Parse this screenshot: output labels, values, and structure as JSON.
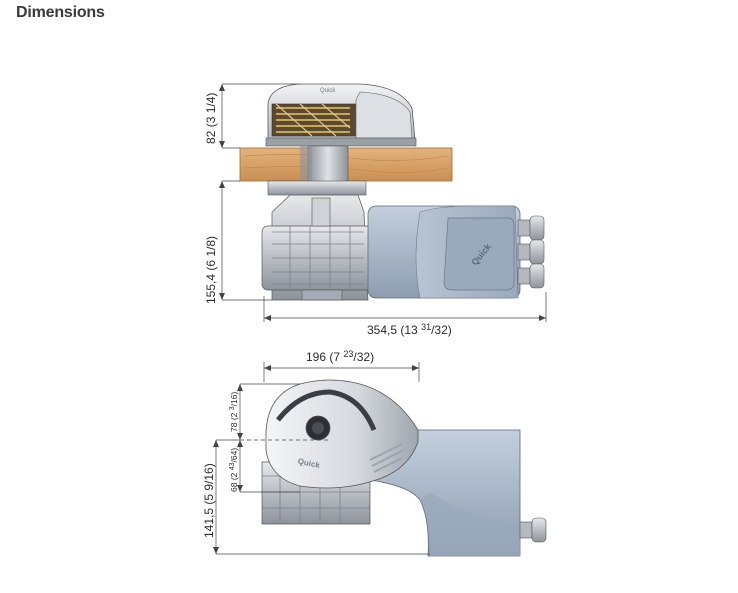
{
  "page": {
    "title": "Dimensions"
  },
  "dimensions": {
    "top_height": {
      "metric": "82",
      "imperial": "(3 1/4)"
    },
    "body_height": {
      "metric": "155,4",
      "imperial": "(6 1/8)"
    },
    "overall_width": {
      "metric": "354,5",
      "imperial_whole": "(13 ",
      "imperial_num": "31",
      "imperial_den": "/32)"
    },
    "drum_width": {
      "metric": "196",
      "imperial_whole": "(7 ",
      "imperial_num": "23",
      "imperial_den": "/32)"
    },
    "upper_offset": {
      "metric": "78",
      "imperial_whole": "(2 ",
      "imperial_num": "3",
      "imperial_den": "/16)"
    },
    "lower_offset": {
      "metric": "68",
      "imperial_whole": "(2 ",
      "imperial_num": "43",
      "imperial_den": "/64)"
    },
    "total_height": {
      "metric": "141,5",
      "imperial": "(5 9/16)"
    }
  },
  "colors": {
    "motor": "#a9b7c8",
    "motor_dark": "#7f8ea3",
    "deck": "#d9a66b",
    "metal": "#c9ccd0",
    "line": "#444444"
  }
}
